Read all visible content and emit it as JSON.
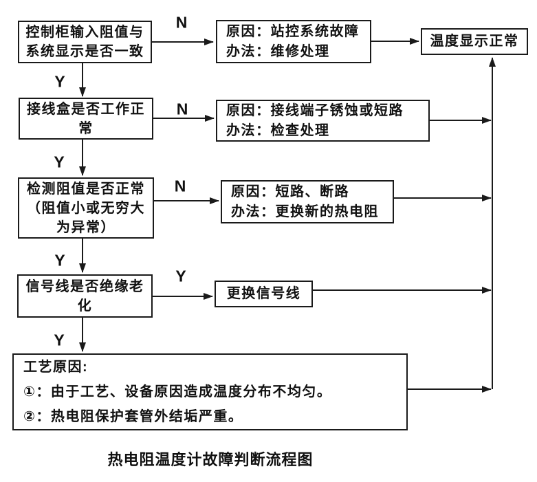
{
  "diagram": {
    "caption": "热电阻温度计故障判断流程图",
    "branch_labels": {
      "yes": "Y",
      "no": "N"
    },
    "colors": {
      "line": "#1a1a1a",
      "background": "#ffffff"
    },
    "nodes": {
      "d1": {
        "lines": [
          "控制柜输入阻值与",
          "系统显示是否一致"
        ]
      },
      "r1": {
        "lines": [
          "原因：站控系统故障",
          "办法：维修处理"
        ]
      },
      "end": {
        "lines": [
          "温度显示正常"
        ]
      },
      "d2": {
        "lines": [
          "接线盒是否工作正",
          "常"
        ]
      },
      "r2": {
        "lines": [
          "原因：接线端子锈蚀或短路",
          "办法：检查处理"
        ]
      },
      "d3": {
        "lines": [
          "检测阻值是否正常",
          "（阻值小或无穷大",
          "为异常）"
        ]
      },
      "r3": {
        "lines": [
          "原因：短路、断路",
          "办法：更换新的热电阻"
        ]
      },
      "d4": {
        "lines": [
          "信号线是否绝缘老",
          "化"
        ]
      },
      "r4": {
        "lines": [
          "更换信号线"
        ]
      },
      "p5": {
        "lines": [
          "工艺原因:",
          "①：由于工艺、设备原因造成温度分布不均匀。",
          "②：热电阻保护套管外结垢严重。"
        ]
      }
    }
  }
}
